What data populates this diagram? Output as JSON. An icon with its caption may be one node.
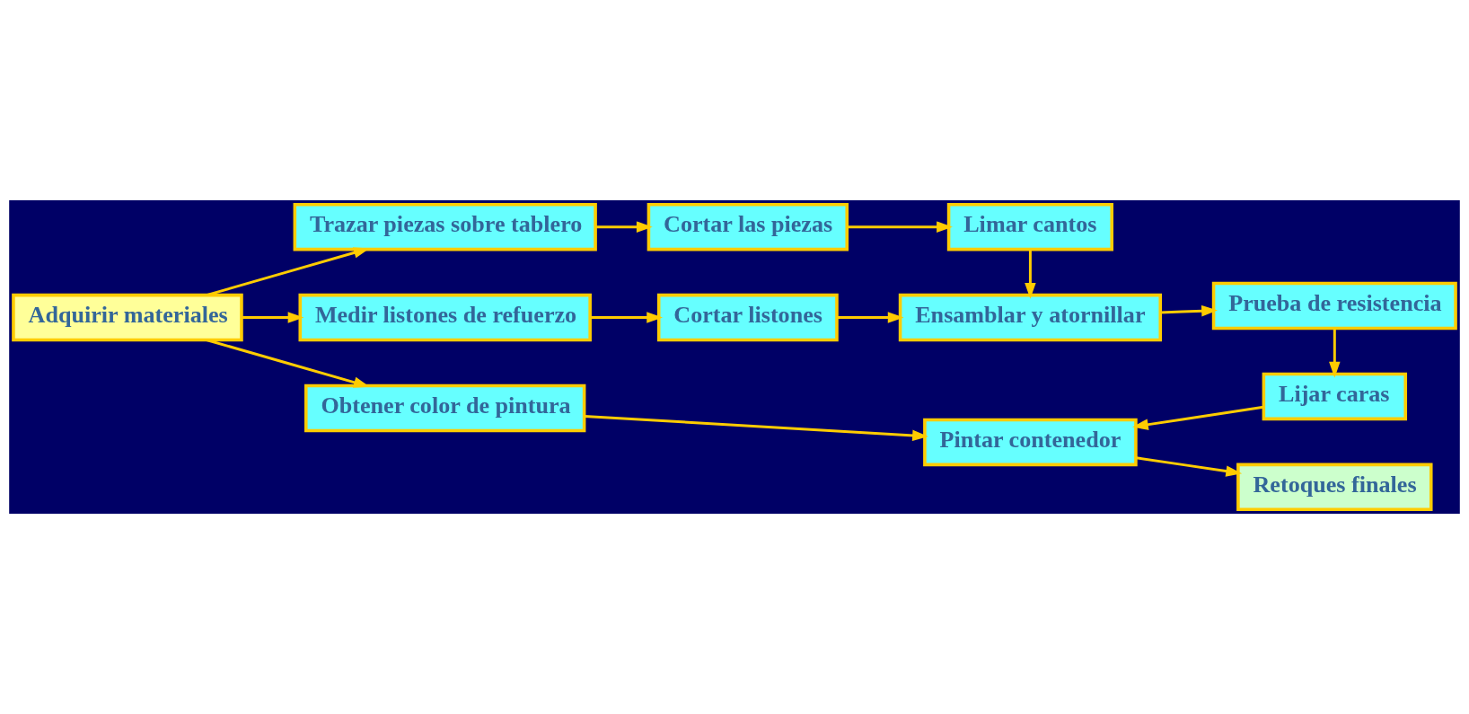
{
  "diagram": {
    "nodes": [
      {
        "text": [
          "Trazar piezas sobre tablero"
        ]
      },
      {
        "text": [
          "Cortar las piezas"
        ]
      },
      {
        "text": [
          "Limar cantos"
        ]
      },
      {
        "text": [
          "Adquirir materiales"
        ]
      },
      {
        "text": [
          "Medir listones de refuerzo"
        ]
      },
      {
        "text": [
          "Cortar listones"
        ]
      },
      {
        "text": [
          "Ensamblar y atornillar"
        ]
      },
      {
        "text": [
          "Prueba de resistencia"
        ]
      },
      {
        "text": [
          "Obtener color de pintura"
        ]
      },
      {
        "text": [
          "Pintar contenedor"
        ]
      },
      {
        "text": [
          "Lijar caras"
        ]
      },
      {
        "text": [
          "Retoques finales"
        ]
      }
    ],
    "edges": [
      {
        "from": 3,
        "to": 0,
        "arrow": "to"
      },
      {
        "from": 0,
        "to": 1,
        "arrow": "to"
      },
      {
        "from": 1,
        "to": 2,
        "arrow": "to"
      },
      {
        "from": 2,
        "to": 6,
        "arrow": "to"
      },
      {
        "from": 3,
        "to": 4,
        "arrow": "to"
      },
      {
        "from": 4,
        "to": 5,
        "arrow": "to"
      },
      {
        "from": 5,
        "to": 6,
        "arrow": "to"
      },
      {
        "from": 6,
        "to": 7,
        "arrow": "to"
      },
      {
        "from": 3,
        "to": 8,
        "arrow": "to"
      },
      {
        "from": 7,
        "to": 10,
        "arrow": "to"
      },
      {
        "from": 10,
        "to": 9,
        "arrow": "to"
      },
      {
        "from": 8,
        "to": 9,
        "arrow": "to"
      },
      {
        "from": 9,
        "to": 11,
        "arrow": "to"
      }
    ]
  }
}
